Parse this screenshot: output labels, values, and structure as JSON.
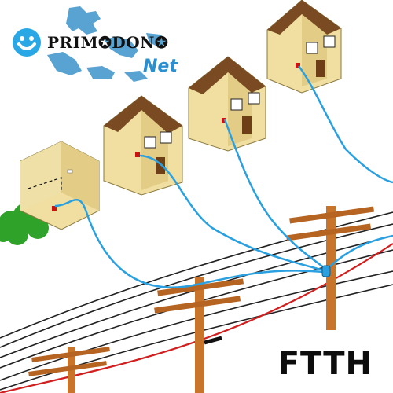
{
  "brand": {
    "name": "PRIM✪DON✪",
    "sub": "Net",
    "colors": {
      "accent": "#2a8fd0",
      "map": "#3b93c9"
    }
  },
  "caption": "FTTH",
  "colors": {
    "house_wall": "#f0dfa0",
    "house_roof": "#7a4a22",
    "cable_blue": "#2aa0e0",
    "cable_red": "#d11f1f",
    "pole": "#c8742a",
    "bush": "#2fa22a"
  }
}
